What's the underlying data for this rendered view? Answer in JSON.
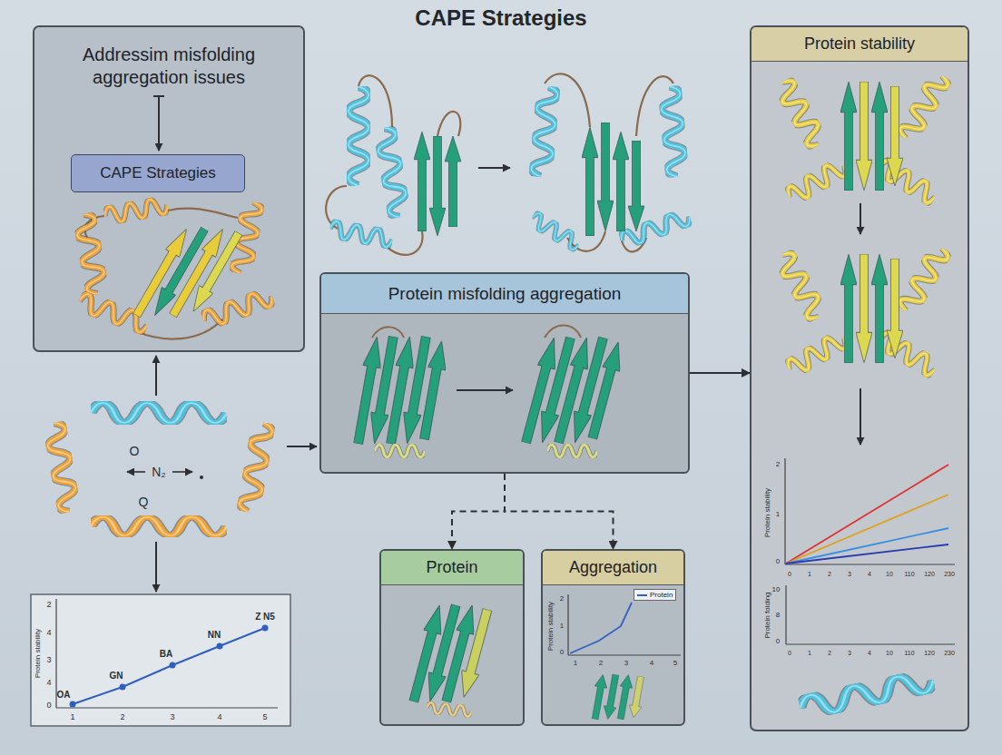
{
  "diagram": {
    "title": "CAPE Strategies",
    "nodes": [
      {
        "text": [
          "Addressim misfolding aggregation issues"
        ]
      },
      {
        "text": [
          "CAPE Strategies"
        ],
        "in": 0
      },
      {
        "text": [
          "Protein stability"
        ]
      },
      {
        "text": [
          "Protein misfolding aggregation"
        ]
      },
      {
        "text": [
          "Protein"
        ]
      },
      {
        "text": [
          "Aggregation"
        ]
      }
    ],
    "edges": [
      {
        "from": 3,
        "to": 2,
        "arrow": "to"
      },
      {
        "from": 3,
        "to": 4,
        "arrow": "to"
      },
      {
        "from": 3,
        "to": 5,
        "arrow": "to"
      }
    ],
    "labels": [
      "O",
      "N₂",
      "Q",
      "Protein stability",
      "2",
      "4",
      "3",
      "4",
      "0",
      "1",
      "2",
      "3",
      "4",
      "5",
      "OA",
      "GN",
      "BA",
      "NN",
      "Z N5",
      "Protein stability",
      "2",
      "1",
      "0",
      "1",
      "2",
      "3",
      "4",
      "5",
      "Protein stability",
      "2",
      "1",
      "0",
      "0",
      "1",
      "2",
      "3",
      "4",
      "10",
      "110",
      "120",
      "230",
      "Protein folding",
      "10",
      "8",
      "0",
      "0",
      "1",
      "2",
      "3",
      "4",
      "10",
      "110",
      "120",
      "230"
    ],
    "legend": [
      {
        "text": "Protein"
      }
    ]
  }
}
